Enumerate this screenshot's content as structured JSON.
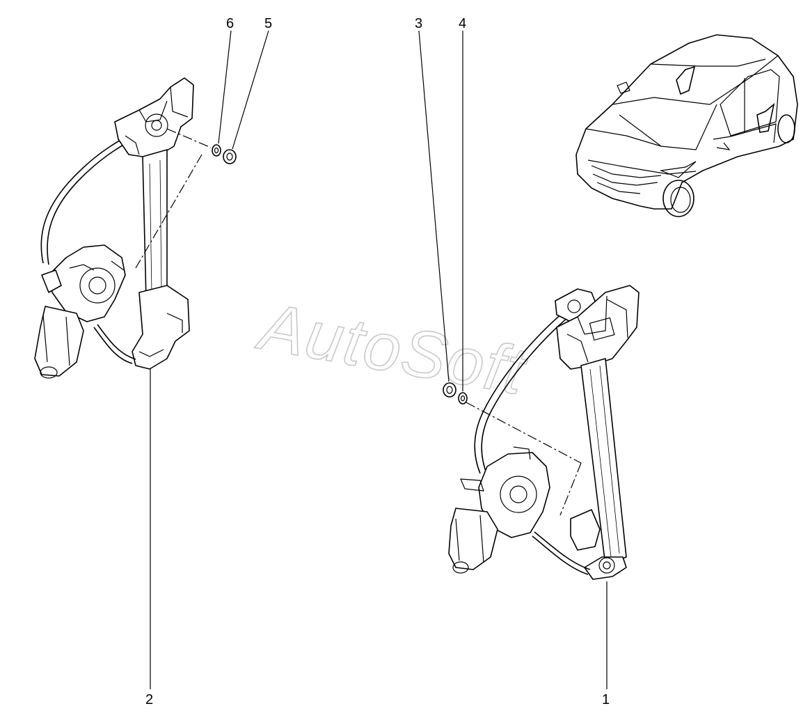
{
  "callouts": {
    "c1": "1",
    "c2": "2",
    "c3": "3",
    "c4": "4",
    "c5": "5",
    "c6": "6"
  },
  "watermark": "AutoSoft",
  "colors": {
    "line": "#000000",
    "background": "#ffffff",
    "watermark": "#c9c9c9"
  }
}
